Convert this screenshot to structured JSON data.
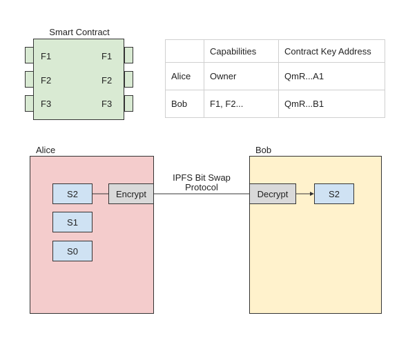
{
  "smart_contract": {
    "title": "Smart Contract",
    "left_functions": [
      "F1",
      "F2",
      "F3"
    ],
    "right_functions": [
      "F1",
      "F2",
      "F3"
    ]
  },
  "capabilities_table": {
    "headers": [
      "",
      "Capabilities",
      "Contract Key Address"
    ],
    "rows": [
      [
        "Alice",
        "Owner",
        "QmR...A1"
      ],
      [
        "Bob",
        "F1, F2...",
        "QmR...B1"
      ]
    ]
  },
  "alice": {
    "label": "Alice",
    "secrets": [
      "S2",
      "S1",
      "S0"
    ],
    "encrypt_label": "Encrypt"
  },
  "protocol": {
    "line1": "IPFS Bit Swap",
    "line2": "Protocol"
  },
  "bob": {
    "label": "Bob",
    "decrypt_label": "Decrypt",
    "received_secret": "S2"
  },
  "colors": {
    "contract_fill": "#d9ead3",
    "alice_fill": "#f4cccc",
    "bob_fill": "#fff2cc",
    "secret_fill": "#cfe2f3",
    "process_fill": "#d9d9d9"
  }
}
